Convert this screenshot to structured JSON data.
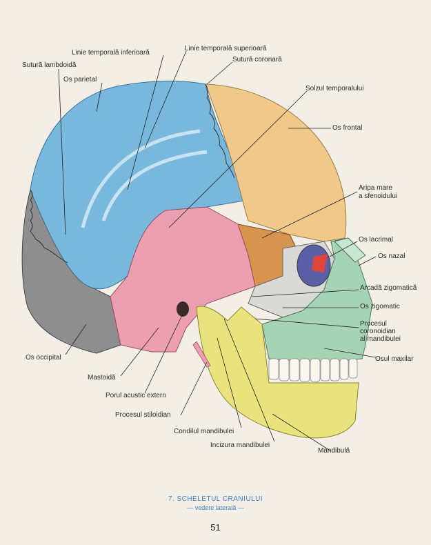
{
  "labels": {
    "linie_temporala_inferioara": "Linie temporală inferioară",
    "linie_temporala_superioara": "Linie temporală superioară",
    "sutura_lambdoida": "Sutură lambdoidă",
    "sutura_coronara": "Sutură coronară",
    "os_parietal": "Os parietal",
    "solzul_temporalului": "Solzul temporalului",
    "os_frontal": "Os frontal",
    "aripa_mare_1": "Aripa mare",
    "aripa_mare_2": "a sfenoidului",
    "os_lacrimal": "Os lacrimal",
    "os_nazal": "Os nazal",
    "arcada_zigomatica": "Arcadă zigomatică",
    "os_zigomatic": "Os zigomatic",
    "procesul_coronoidian_1": "Procesul",
    "procesul_coronoidian_2": "coronoidian",
    "procesul_coronoidian_3": "al mandibulei",
    "osul_maxilar": "Osul maxilar",
    "os_occipital": "Os occipital",
    "mastoida": "Mastoidă",
    "porul_acustic_extern": "Porul acustic extern",
    "procesul_stiloidian": "Procesul stiloidian",
    "condilul_mandibulei": "Condilul mandibulei",
    "incizura_mandibulei": "Incizura mandibulei",
    "mandibula": "Mandibulă"
  },
  "caption": {
    "title": "7. SCHELETUL CRANIULUI",
    "subtitle": "— vedere laterală —"
  },
  "page_number": "51",
  "colors": {
    "parietal": "#79b8dd",
    "frontal": "#f0c98a",
    "temporal": "#ec9fb0",
    "occipital": "#8e8e8e",
    "sphenoid": "#d7944f",
    "zygomatic": "#d9d9d6",
    "maxilla": "#a5d3b5",
    "mandible": "#e8e37c",
    "caption": "#3d7fc4"
  }
}
